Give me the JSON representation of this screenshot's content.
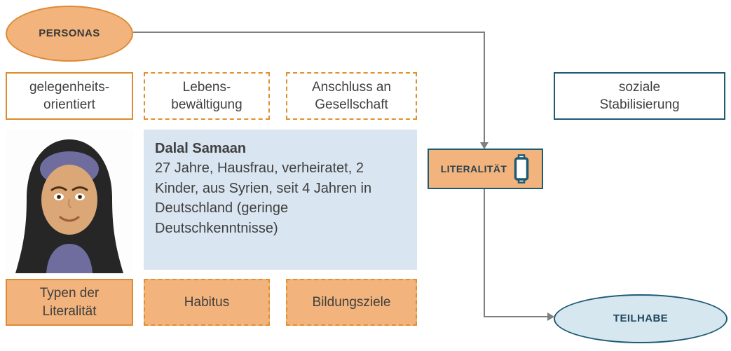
{
  "colors": {
    "orange_fill": "#f2b37c",
    "orange_border": "#dd8b33",
    "dark_blue_border": "#1d5a73",
    "light_blue_fill": "#d9e5f0",
    "teilhabe_fill": "#d7e7f0",
    "arrow_gray": "#7f7f7f",
    "text_dark": "#3f3f3f"
  },
  "personas": {
    "label": "PERSONAS"
  },
  "top_row": {
    "gelegenheitsorientiert": {
      "label": "gelegenheits-\norientiert"
    },
    "lebensbewaeltigung": {
      "label": "Lebens-\nbewältigung"
    },
    "anschluss": {
      "label": "Anschluss an\nGesellschaft"
    },
    "soziale_stabilisierung": {
      "label": "soziale\nStabilisierung"
    }
  },
  "persona_card": {
    "name": "Dalal Samaan",
    "description": "27 Jahre, Hausfrau, verheiratet, 2 Kinder, aus Syrien, seit 4 Jahren in Deutschland (geringe Deutschkenntnisse)",
    "avatar": "woman-hijab-avatar"
  },
  "literalitaet": {
    "label": "LITERALITÄT",
    "icon": "scroll-icon"
  },
  "bottom_row": {
    "typen_der_literalitaet": {
      "label": "Typen der\nLiteralität"
    },
    "habitus": {
      "label": "Habitus"
    },
    "bildungsziele": {
      "label": "Bildungsziele"
    }
  },
  "teilhabe": {
    "label": "TEILHABE"
  }
}
